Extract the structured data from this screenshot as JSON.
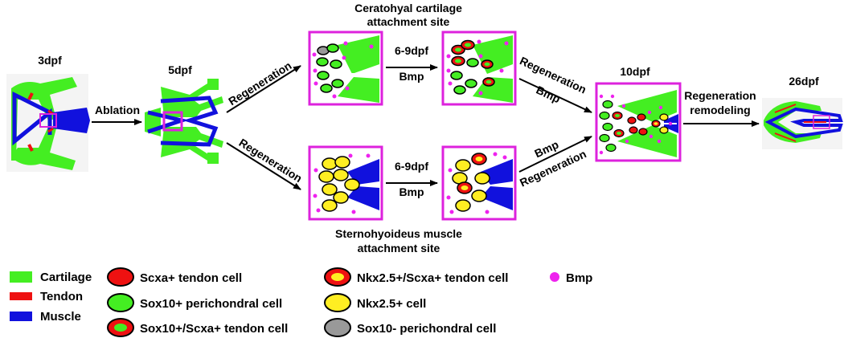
{
  "stages": {
    "s3": "3dpf",
    "s5": "5dpf",
    "s10": "10dpf",
    "s26": "26dpf"
  },
  "titles": {
    "top_line1": "Ceratohyal cartilage",
    "top_line2": "attachment site",
    "bottom_line1": "Sternohyoideus muscle",
    "bottom_line2": "attachment site"
  },
  "arrows": {
    "ablation": "Ablation",
    "regen_top": "Regeneration",
    "regen_bottom": "Regeneration",
    "mid_top_days": "6-9dpf",
    "mid_top_bmp": "Bmp",
    "mid_bottom_days": "6-9dpf",
    "mid_bottom_bmp": "Bmp",
    "join_top_regen": "Regeneration",
    "join_top_bmp": "Bmp",
    "join_bottom_bmp": "Bmp",
    "join_bottom_regen": "Regeneration",
    "final_line1": "Regeneration",
    "final_line2": "remodeling"
  },
  "legend": {
    "cartilage": "Cartilage",
    "tendon": "Tendon",
    "muscle": "Muscle",
    "scxa": "Scxa+ tendon cell",
    "sox10": "Sox10+ perichondral cell",
    "sox10_scxa": "Sox10+/Scxa+ tendon cell",
    "nkx_scxa": "Nkx2.5+/Scxa+ tendon cell",
    "nkx": "Nkx2.5+ cell",
    "sox10_neg": "Sox10- perichondral cell",
    "bmp": "Bmp"
  },
  "colors": {
    "cartilage": "#44ee22",
    "tendon": "#ee1111",
    "muscle": "#1111dd",
    "nkx": "#ffee22",
    "bmp": "#ee22ee",
    "frame": "#dd22dd",
    "grey_cell": "#999999"
  }
}
